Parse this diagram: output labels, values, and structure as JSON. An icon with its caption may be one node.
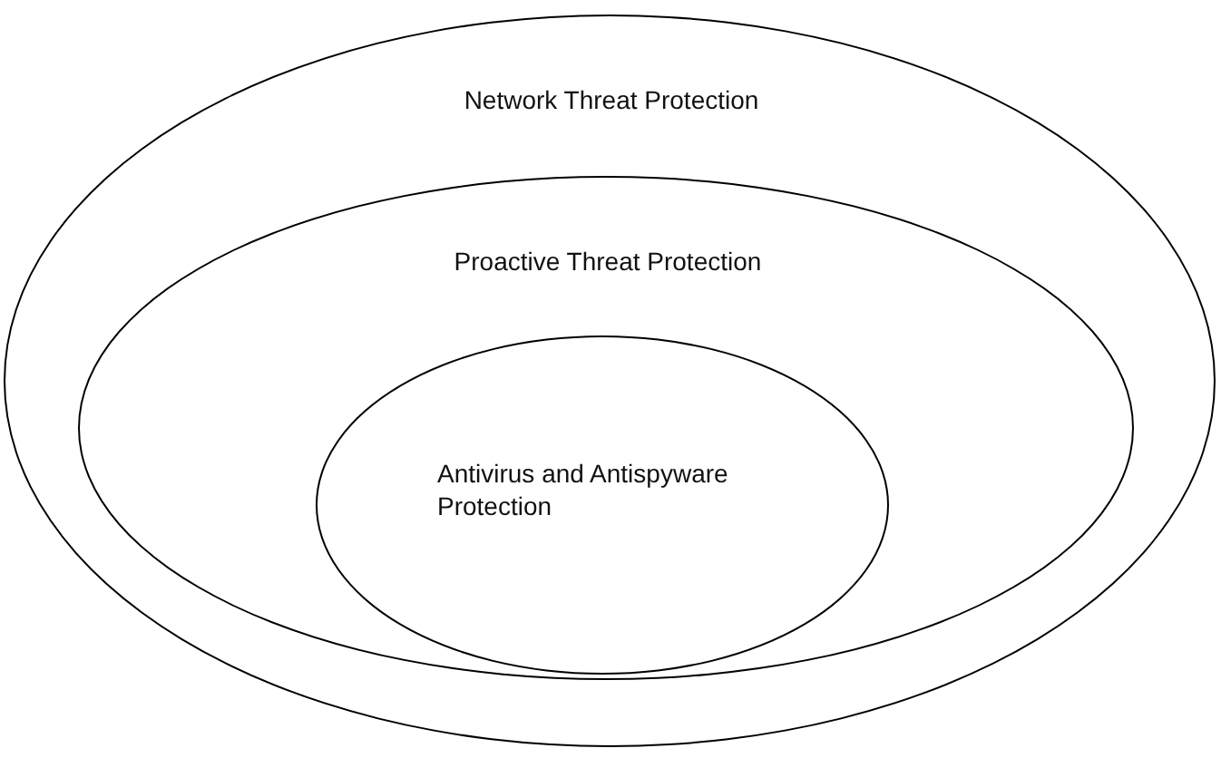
{
  "diagram": {
    "nodes": [
      {
        "text": [
          "Network Threat Protection"
        ]
      },
      {
        "text": [
          "Proactive Threat Protection"
        ],
        "in": 0
      },
      {
        "text": [
          "Antivirus and Antispyware Protection"
        ],
        "in": 1
      }
    ]
  }
}
